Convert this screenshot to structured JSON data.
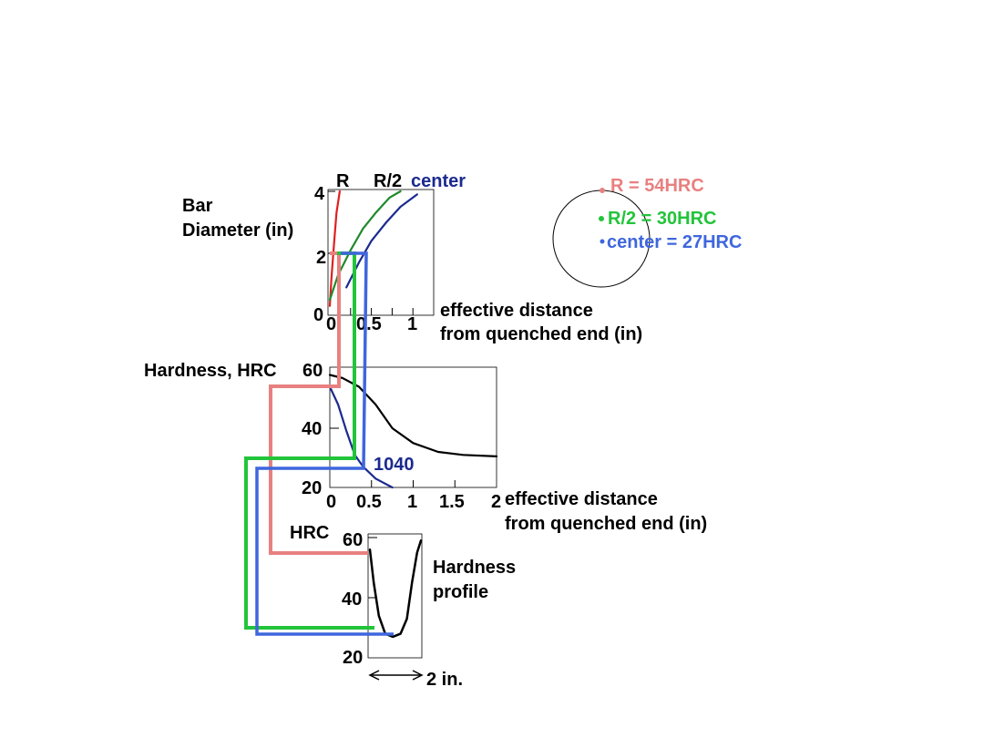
{
  "colors": {
    "surface": "#e88080",
    "half_radius": "#22c43a",
    "center": "#3f66dd",
    "steel_curve": "#1b2a8f",
    "axis": "#000000"
  },
  "chart_data": [
    {
      "type": "line",
      "ylabel_line1": "Bar",
      "ylabel_line2": "Diameter (in)",
      "xlabel_line1": "effective distance",
      "xlabel_line2": "from quenched end (in)",
      "x_ticks": [
        "0",
        "0.5",
        "1"
      ],
      "y_ticks": [
        "0",
        "2",
        "4"
      ],
      "xlim": [
        0,
        1.25
      ],
      "ylim": [
        0,
        4
      ],
      "series": [
        {
          "name": "R",
          "color": "#e02020",
          "x": [
            0.0,
            0.02,
            0.05,
            0.08,
            0.12
          ],
          "y": [
            0.3,
            1.2,
            2.3,
            3.3,
            4.0
          ]
        },
        {
          "name": "R/2",
          "color": "#1e8a2a",
          "x": [
            0.0,
            0.1,
            0.25,
            0.4,
            0.55,
            0.72,
            0.85
          ],
          "y": [
            0.5,
            1.3,
            2.1,
            2.8,
            3.3,
            3.8,
            4.0
          ]
        },
        {
          "name": "center",
          "color": "#1b2a8f",
          "x": [
            0.2,
            0.35,
            0.5,
            0.68,
            0.85,
            1.05
          ],
          "y": [
            0.9,
            1.7,
            2.4,
            3.0,
            3.5,
            3.9
          ]
        }
      ]
    },
    {
      "type": "line",
      "ylabel": "Hardness, HRC",
      "xlabel_line1": "effective distance",
      "xlabel_line2": "from quenched end (in)",
      "x_ticks": [
        "0",
        "0.5",
        "1",
        "1.5",
        "2"
      ],
      "y_ticks": [
        "20",
        "40",
        "60"
      ],
      "xlim": [
        0,
        2
      ],
      "ylim": [
        20,
        60
      ],
      "series": [
        {
          "name": "1040",
          "color": "#1b2a8f",
          "x": [
            0.0,
            0.1,
            0.2,
            0.3,
            0.4,
            0.55,
            0.75
          ],
          "y": [
            54,
            48,
            39,
            31,
            27,
            23,
            20
          ]
        },
        {
          "name": "",
          "color": "#000000",
          "x": [
            0.0,
            0.15,
            0.35,
            0.55,
            0.75,
            1.0,
            1.3,
            1.6,
            2.0
          ],
          "y": [
            58,
            57,
            54,
            48,
            40,
            35,
            32,
            31,
            30.5
          ]
        }
      ]
    },
    {
      "type": "line",
      "ylabel": "HRC",
      "annotation_line1": "Hardness",
      "annotation_line2": "profile",
      "y_ticks": [
        "20",
        "40",
        "60"
      ],
      "ylim": [
        20,
        60
      ],
      "width_label": "2 in.",
      "series": [
        {
          "name": "",
          "color": "#000000",
          "x": [
            -1.0,
            -0.85,
            -0.65,
            -0.4,
            -0.1,
            0.2,
            0.45,
            0.65,
            0.85,
            1.0
          ],
          "y": [
            56,
            45,
            34,
            28,
            27,
            28,
            33,
            45,
            55,
            59
          ]
        }
      ]
    }
  ],
  "legend": [
    {
      "text": "R = 54HRC",
      "color": "#e88080"
    },
    {
      "text": "R/2 = 30HRC",
      "color": "#22c43a"
    },
    {
      "text": "center = 27HRC",
      "color": "#3f66dd"
    }
  ]
}
